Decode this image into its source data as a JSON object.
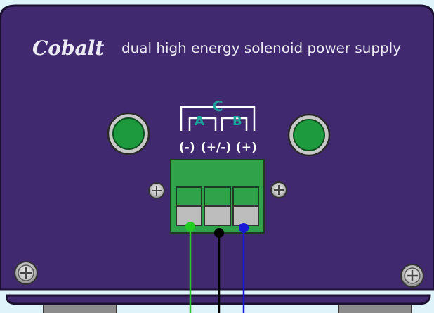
{
  "brand": "Cobalt",
  "title": "dual high energy solenoid power supply",
  "connector": {
    "label_c": "C",
    "label_a": "A",
    "label_b": "B",
    "terminals": [
      "(-)",
      "(+/-)",
      "(+)"
    ]
  },
  "colors": {
    "background": "#dff3fb",
    "panel": "#40296e",
    "panel_edge": "#1b1030",
    "terminal_block": "#2fa24a",
    "led": "#1c9a3d",
    "label_teal": "#1aa39a",
    "wire_negative": "#22cc22",
    "wire_common": "#000000",
    "wire_positive": "#1a1ad6"
  },
  "indicators": [
    "green-led-left",
    "green-led-right"
  ],
  "screws": [
    "panel-screw-bottom-left",
    "panel-screw-bottom-right",
    "terminal-screw-left",
    "terminal-screw-right"
  ]
}
